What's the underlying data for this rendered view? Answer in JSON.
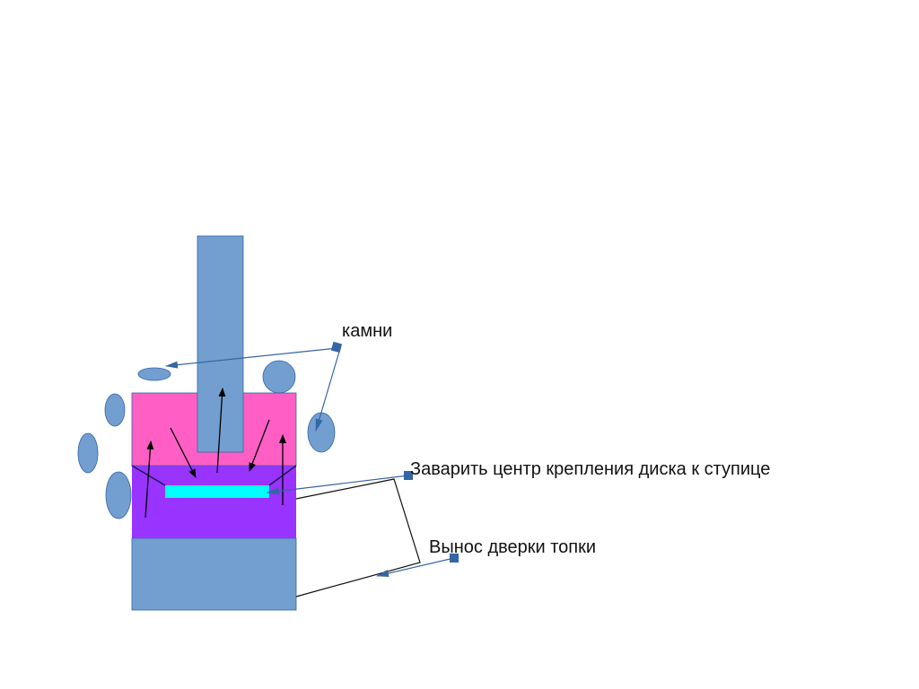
{
  "labels": {
    "stones": "камни",
    "weld_center": "Заварить центр крепления диска к ступице",
    "door_extension": "Вынос дверки топки"
  },
  "colors": {
    "steel": "#729fcf",
    "upper_chamber": "#ff5fc4",
    "firebox": "#9933ff",
    "disc": "#00ffff",
    "callout": "#3465a4"
  }
}
